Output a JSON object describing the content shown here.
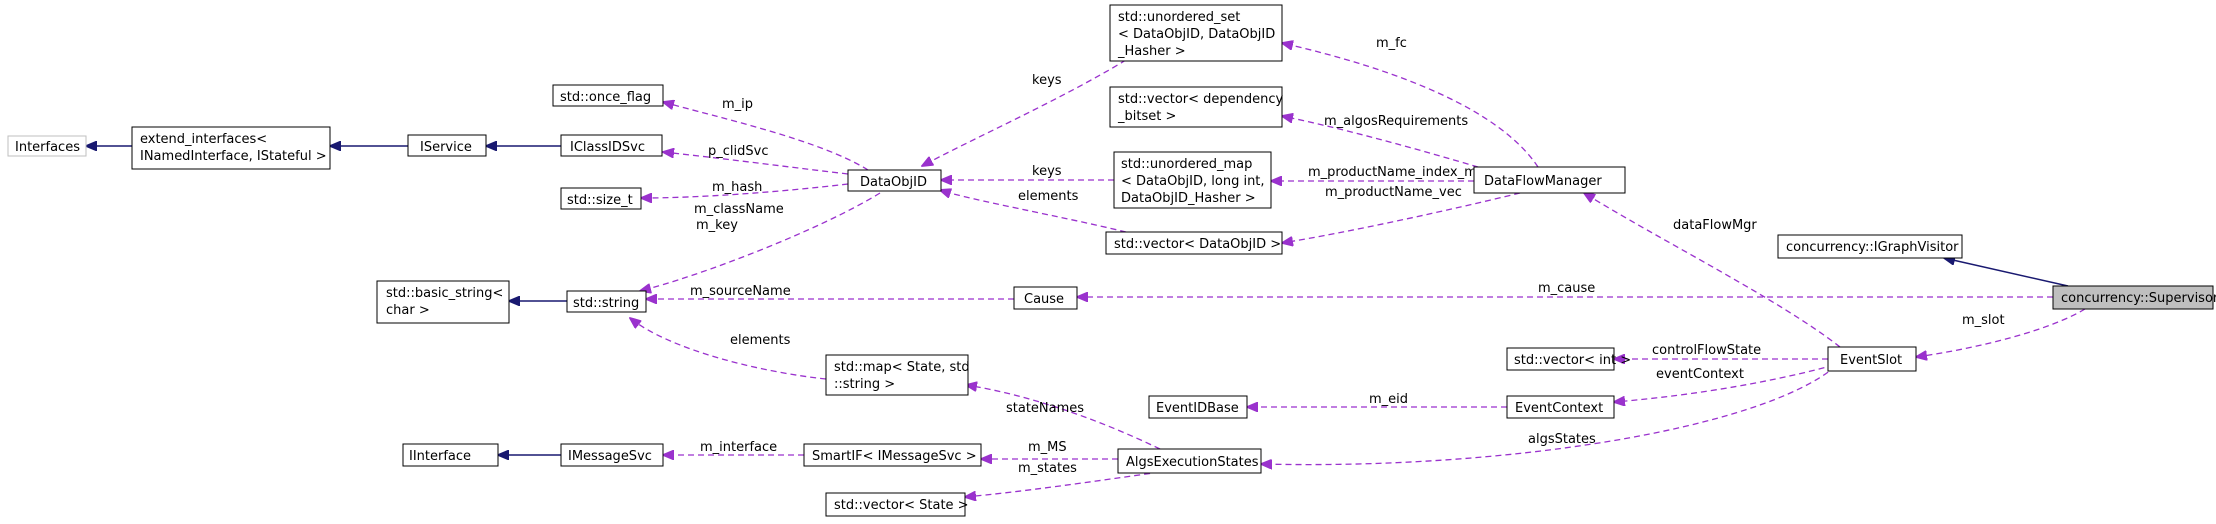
{
  "nodes": {
    "interfaces": [
      "Interfaces"
    ],
    "extend_interfaces": [
      "extend_interfaces<",
      "INamedInterface, IStateful >"
    ],
    "iservice": [
      "IService"
    ],
    "iclassidsvc": [
      "IClassIDSvc"
    ],
    "once_flag": [
      "std::once_flag"
    ],
    "size_t": [
      "std::size_t"
    ],
    "dataobjid": [
      "DataObjID"
    ],
    "basic_string": [
      "std::basic_string<",
      "char >"
    ],
    "std_string": [
      "std::string"
    ],
    "unordered_set": [
      "std::unordered_set",
      "< DataObjID, DataObjID",
      "_Hasher >"
    ],
    "vector_dep_bitset": [
      "std::vector< dependency",
      "_bitset >"
    ],
    "unordered_map": [
      "std::unordered_map",
      "< DataObjID, long int,",
      "DataObjID_Hasher >"
    ],
    "vector_dataobjid": [
      "std::vector< DataObjID >"
    ],
    "dataflowmanager": [
      "DataFlowManager"
    ],
    "cause": [
      "Cause"
    ],
    "igraphvisitor": [
      "concurrency::IGraphVisitor"
    ],
    "supervisor": [
      "concurrency::Supervisor"
    ],
    "map_state": [
      "std::map< State, std",
      "::string >"
    ],
    "vector_int": [
      "std::vector< int >"
    ],
    "eventslot": [
      "EventSlot"
    ],
    "eventidbase": [
      "EventIDBase"
    ],
    "eventcontext": [
      "EventContext"
    ],
    "iinterface": [
      "IInterface"
    ],
    "imessagesvc": [
      "IMessageSvc"
    ],
    "smartif": [
      "SmartIF< IMessageSvc >"
    ],
    "algsexecutionstates": [
      "AlgsExecutionStates"
    ],
    "vector_state": [
      "std::vector< State >"
    ]
  },
  "edge_labels": {
    "m_ip": "m_ip",
    "p_clidSvc": "p_clidSvc",
    "m_hash": "m_hash",
    "m_className": "m_className",
    "m_key": "m_key",
    "keys_set": "keys",
    "keys_map": "keys",
    "elements_vec": "elements",
    "m_fc": "m_fc",
    "m_algosRequirements": "m_algosRequirements",
    "m_productName_index_map": "m_productName_index_map",
    "m_productName_vec": "m_productName_vec",
    "m_sourceName": "m_sourceName",
    "m_cause": "m_cause",
    "dataFlowMgr": "dataFlowMgr",
    "m_slot": "m_slot",
    "elements_map": "elements",
    "controlFlowState": "controlFlowState",
    "eventContext": "eventContext",
    "m_eid": "m_eid",
    "stateNames": "stateNames",
    "m_interface": "m_interface",
    "m_MS": "m_MS",
    "algsStates": "algsStates",
    "m_states": "m_states"
  },
  "colors": {
    "inheritance": "#191970",
    "usage": "#9a32cd",
    "focus_fill": "#bfbfbf"
  }
}
